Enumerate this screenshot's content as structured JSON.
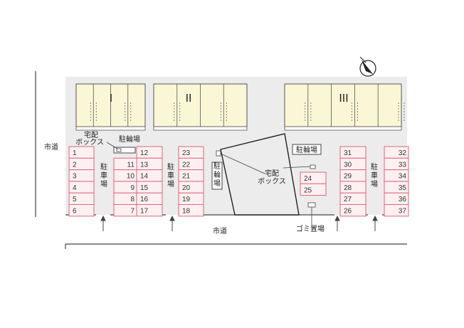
{
  "road_left_label": "市道",
  "road_bottom_label": "市道",
  "buildings": [
    {
      "name": "I",
      "units": 4
    },
    {
      "name": "II",
      "units": 4
    },
    {
      "name": "III",
      "units": 5
    }
  ],
  "labels": {
    "bicycle_top": "駐輪場",
    "bicycle_center": "駐輪場",
    "bicycle_right": "駐輪場",
    "delivery_box_left_line1": "宅配",
    "delivery_box_left_line2": "ボックス",
    "delivery_box_center_line1": "宅配",
    "delivery_box_center_line2": "ボックス",
    "parking_a": "駐車場",
    "parking_b": "駐車場",
    "parking_c": "駐車場",
    "garbage": "ゴミ置場"
  },
  "parking": {
    "col1": [
      "1",
      "2",
      "3",
      "4",
      "5",
      "6"
    ],
    "col2": [
      "11",
      "10",
      "9",
      "8",
      "7"
    ],
    "col3": [
      "12",
      "13",
      "14",
      "15",
      "16",
      "17"
    ],
    "col4": [
      "23",
      "22",
      "21",
      "20",
      "19",
      "18"
    ],
    "col5": [
      "24",
      "25"
    ],
    "col6": [
      "31",
      "30",
      "29",
      "28",
      "27",
      "26"
    ],
    "col7": [
      "32",
      "33",
      "34",
      "35",
      "36",
      "37"
    ]
  },
  "colors": {
    "building": "#faf6d6",
    "stall_border": "#e0667a",
    "stall_fill": "#fdf0f2",
    "site": "#ececec",
    "line": "#444444"
  },
  "icons": {
    "north": "compass-north-icon"
  }
}
